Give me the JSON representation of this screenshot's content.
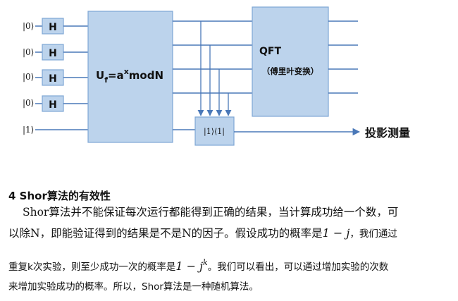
{
  "diagram": {
    "inputs": [
      "|0⟩",
      "|0⟩",
      "|0⟩",
      "|0⟩",
      "|1⟩"
    ],
    "hadamard_label": "H",
    "uf_main": "U",
    "uf_sub": "f",
    "uf_eq": "=a",
    "uf_sup": "x",
    "uf_mod": "modN",
    "qft_label": "QFT",
    "qft_sub": "（傅里叶变换）",
    "measure_label": "|1⟩⟨1|",
    "projection_label": "投影测量",
    "colors": {
      "box_fill": "#bcd3ec",
      "box_stroke": "#7ea6d4",
      "wire": "#4a78b8",
      "text": "#111111"
    }
  },
  "section": {
    "heading": "4 Shor算法的有效性",
    "line1": "Shor算法并不能保证每次运行都能得到正确的结果，当计算成功给一个数，可",
    "line2a": "以除N，即能验证得到的结果是不是N的因子。假设成功的概率是",
    "line2_math": "1 − j",
    "line2b": "，我们通过",
    "line3a": "重复k次实验，则至少成功一次的概率是",
    "line3_math": "1 − j",
    "line3_sup": "k",
    "line3b": "。我们可以看出，可以通过增加实验的次数",
    "line4": "来增加实验成功的概率。所以，Shor算法是一种随机算法。"
  }
}
